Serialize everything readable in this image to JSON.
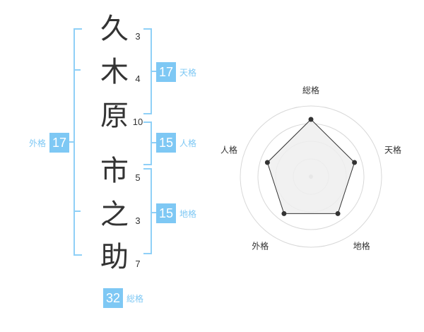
{
  "name": {
    "chars": [
      {
        "char": "久",
        "strokes": "3"
      },
      {
        "char": "木",
        "strokes": "4"
      },
      {
        "char": "原",
        "strokes": "10"
      },
      {
        "char": "市",
        "strokes": "5"
      },
      {
        "char": "之",
        "strokes": "3"
      },
      {
        "char": "助",
        "strokes": "7"
      }
    ]
  },
  "fortune": {
    "tenkaku": {
      "value": "17",
      "label": "天格"
    },
    "jinkaku": {
      "value": "15",
      "label": "人格"
    },
    "chikaku": {
      "value": "15",
      "label": "地格"
    },
    "gaikaku": {
      "value": "17",
      "label": "外格"
    },
    "soukaku": {
      "value": "32",
      "label": "総格"
    }
  },
  "chart_data": {
    "type": "radar",
    "axes": [
      "総格",
      "天格",
      "地格",
      "外格",
      "人格"
    ],
    "values": [
      1.0,
      0.8,
      0.8,
      0.8,
      0.8
    ],
    "rings": 4,
    "colors": {
      "fill": "#efefef",
      "line": "#333333",
      "ring": "#d8d8d8",
      "badge": "#7ec8f4"
    }
  }
}
